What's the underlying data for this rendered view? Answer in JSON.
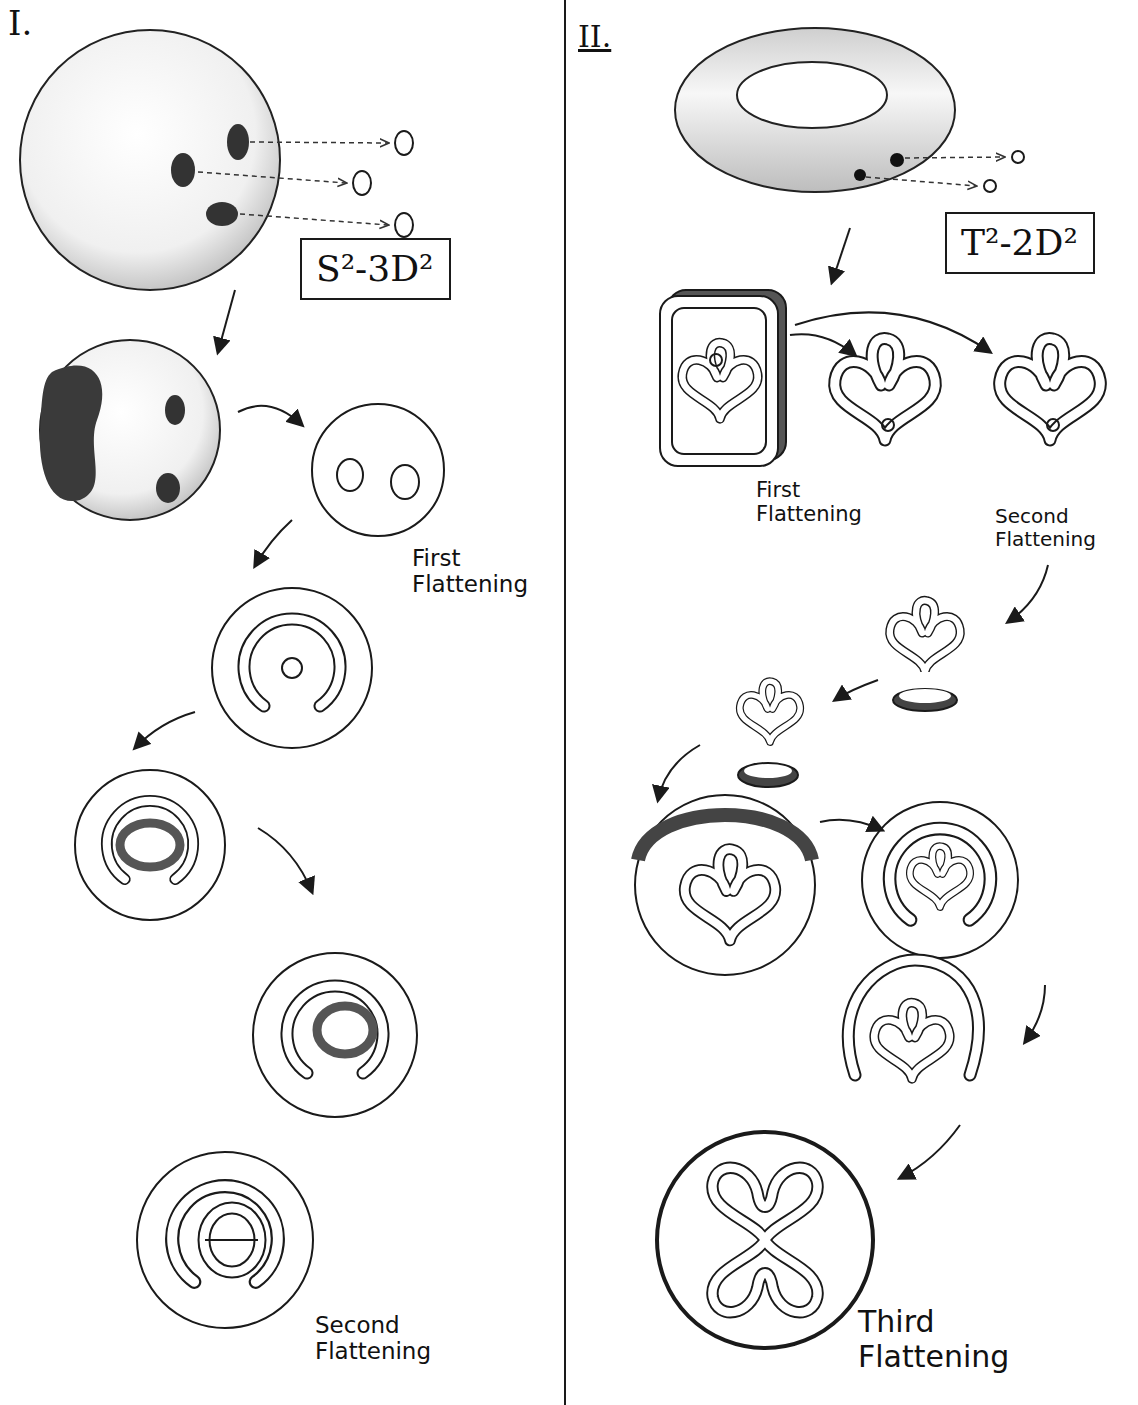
{
  "diagram": {
    "nodes": [
      {
        "text": [
          "S²-3D²"
        ]
      },
      {
        "text": [
          "T²-2D²"
        ]
      }
    ],
    "labels": [
      "I.",
      "II.",
      "First Flattening",
      "Second Flattening",
      "First Flattening",
      "Second Flattening",
      "Third Flattening"
    ]
  }
}
